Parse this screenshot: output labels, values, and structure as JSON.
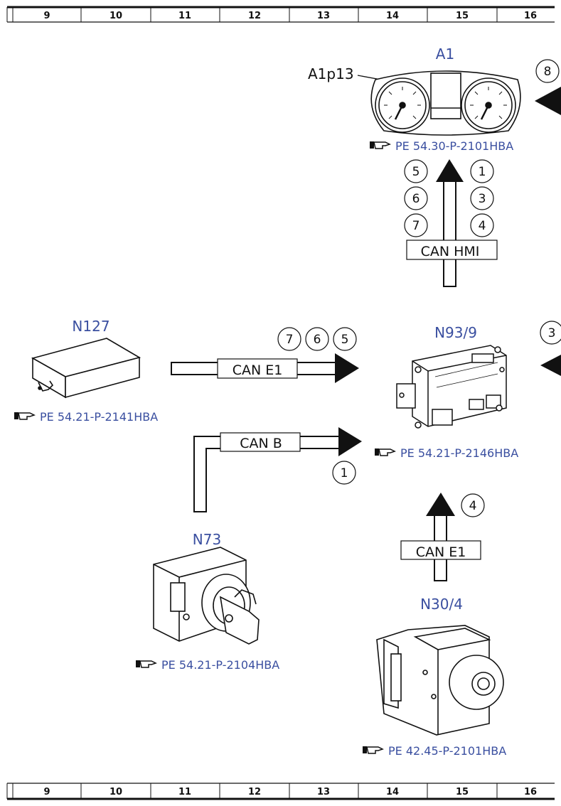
{
  "ruler": {
    "columns": [
      "9",
      "10",
      "11",
      "12",
      "13",
      "14",
      "15",
      "16"
    ]
  },
  "components": {
    "a1": {
      "label": "A1",
      "callout": "A1p13",
      "ref": "PE 54.30-P-2101HBA"
    },
    "n127": {
      "label": "N127",
      "ref": "PE 54.21-P-2141HBA"
    },
    "n93_9": {
      "label": "N93/9",
      "ref": "PE 54.21-P-2146HBA"
    },
    "n73": {
      "label": "N73",
      "ref": "PE 54.21-P-2104HBA"
    },
    "n30_4": {
      "label": "N30/4",
      "ref": "PE 42.45-P-2101HBA"
    }
  },
  "buses": {
    "can_hmi": "CAN HMI",
    "can_e1_top": "CAN E1",
    "can_b": "CAN B",
    "can_e1_bottom": "CAN E1"
  },
  "signals": {
    "a1_left": [
      "5",
      "6",
      "7"
    ],
    "a1_right": [
      "1",
      "3",
      "4"
    ],
    "edge_a1": "8",
    "n127_path": [
      "7",
      "6",
      "5"
    ],
    "edge_n93": "3",
    "can_b_path": "1",
    "n30_path": "4"
  },
  "colors": {
    "label_blue": "#3a4fa0",
    "line": "#111111"
  }
}
